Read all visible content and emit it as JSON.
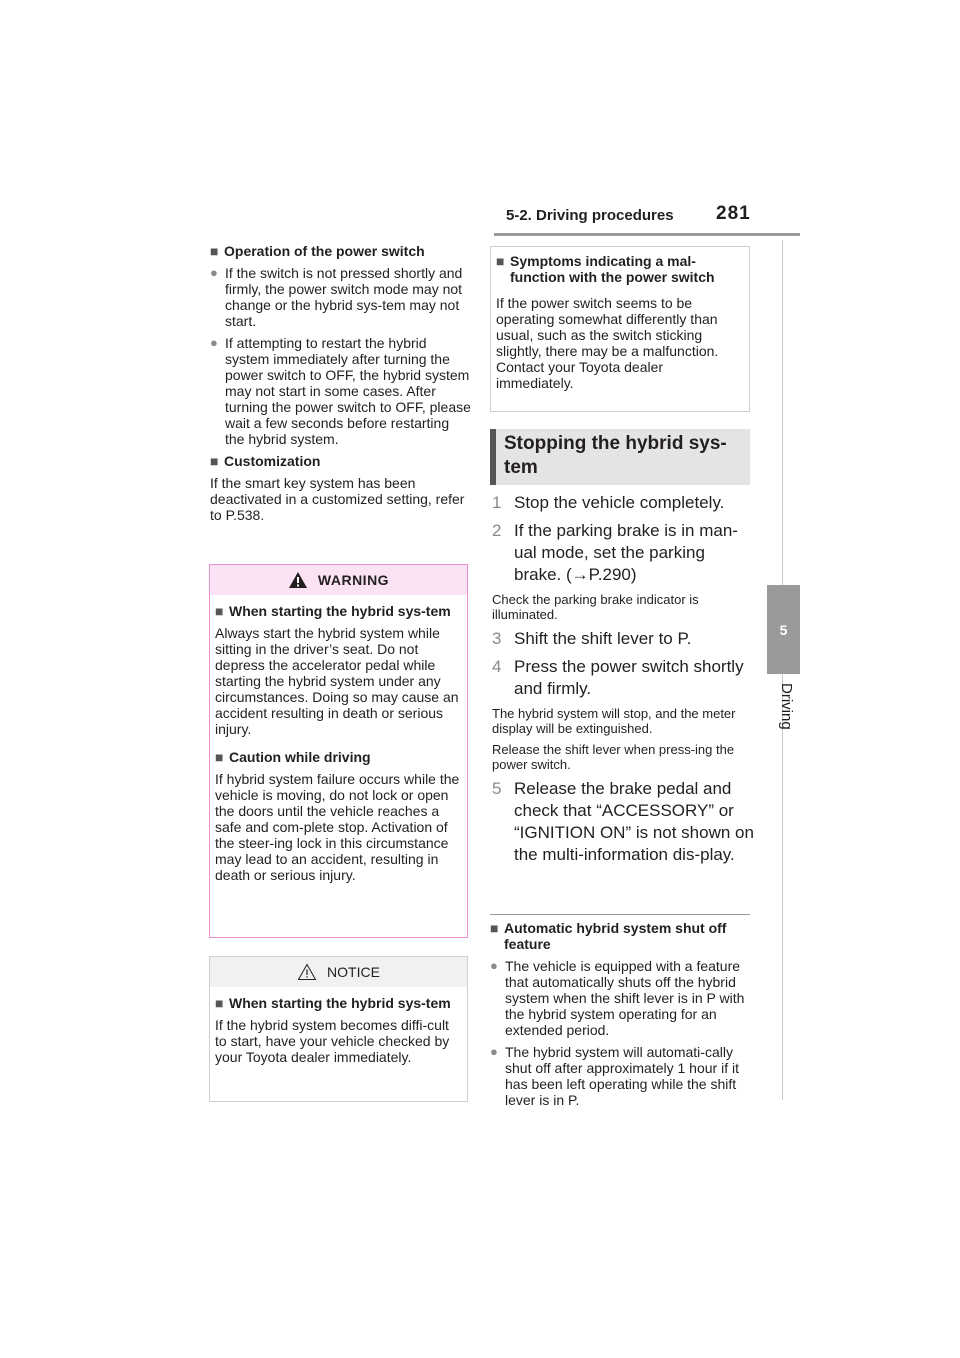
{
  "header": {
    "section_title": "5-2. Driving procedures",
    "page_number": "281",
    "tab_number": "5",
    "tab_label": "Driving"
  },
  "left": {
    "op_heading": "Operation of the power switch",
    "op_bullets": [
      "If the switch is not pressed shortly and firmly, the power switch mode may not change or the hybrid sys-tem may not start.",
      "If attempting to restart the hybrid system immediately after turning the power switch to OFF, the hybrid system may not start in some cases. After turning the power switch to OFF, please wait a few seconds before restarting the hybrid system."
    ],
    "custom_heading": "Customization",
    "custom_text": "If the smart key system has been deactivated in a customized setting, refer to P.538."
  },
  "warning": {
    "label": "WARNING",
    "heading1": "When starting the hybrid sys-tem",
    "text1": "Always start the hybrid system while sitting in the driver’s seat. Do not depress the accelerator pedal while starting the hybrid system under any circumstances. Doing so may cause an accident resulting in death or serious injury.",
    "heading2": "Caution while driving",
    "text2": "If hybrid system failure occurs while the vehicle is moving, do not lock or open the doors until the vehicle reaches a safe and com-plete stop. Activation of the steer-ing lock in this circumstance may lead to an accident, resulting in death or serious injury."
  },
  "notice": {
    "label": "NOTICE",
    "heading": "When starting the hybrid sys-tem",
    "text": "If the hybrid system becomes diffi-cult to start, have your vehicle checked by your Toyota dealer immediately."
  },
  "right": {
    "malfunction_heading": "Symptoms indicating a mal-function with the power switch",
    "malfunction_text": "If the power switch seems to be operating somewhat differently than usual, such as the switch sticking slightly, there may be a malfunction. Contact your Toyota dealer immediately.",
    "section_title": "Stopping the hybrid sys-tem",
    "steps": [
      {
        "num": "1",
        "text": "Stop the vehicle completely."
      },
      {
        "num": "2",
        "text": "If the parking brake is in man-ual mode, set the parking brake. (→P.290)"
      },
      {
        "num": "3",
        "text": "Shift the shift lever to P."
      },
      {
        "num": "4",
        "text": "Press the power switch shortly and firmly."
      },
      {
        "num": "5",
        "text": "Release the brake pedal and check that “ACCESSORY” or “IGNITION ON” is not shown on the multi-information dis-play."
      }
    ],
    "note_after_2": "Check the parking brake indicator is illuminated.",
    "note_after_4a": "The hybrid system will stop, and the meter display will be extinguished.",
    "note_after_4b": "Release the shift lever when press-ing the power switch.",
    "auto_heading": "Automatic hybrid system shut off feature",
    "auto_bullets": [
      "The vehicle is equipped with a feature that automatically shuts off the hybrid system when the shift lever is in P with the hybrid system operating for an extended period.",
      "The hybrid system will automati-cally shut off after approximately 1 hour if it has been left operating while the shift lever is in P."
    ]
  },
  "icons": {
    "heading_marker": "■",
    "bullet_marker": "●"
  }
}
